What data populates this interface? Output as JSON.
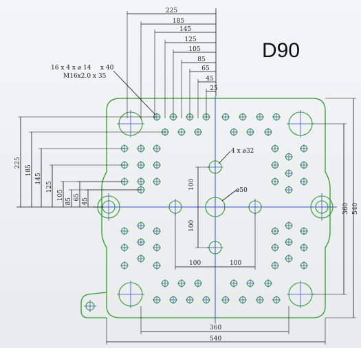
{
  "title": "D90",
  "top_dims": [
    "225",
    "185",
    "145",
    "125",
    "105",
    "85",
    "65",
    "45",
    "25"
  ],
  "left_dims": [
    "225",
    "185",
    "145",
    "125",
    "105",
    "85",
    "65",
    "45"
  ],
  "thread_note_1": "16 x 4 x ⌀ 14",
  "thread_note_2": "x 40",
  "thread_note_3": "M16x2.0  x 35",
  "hole_note": "4 x ⌀32",
  "center_note": "⌀50",
  "vert_100_top": "100",
  "vert_100_bottom": "100",
  "horiz_100_left": "100",
  "horiz_100_right": "100",
  "right_360": "360",
  "right_540": "540",
  "bottom_360": "360",
  "bottom_540": "540",
  "colors": {
    "outline": "#2a9d2a",
    "centerline": "#3355cc",
    "dims": "#111111"
  }
}
